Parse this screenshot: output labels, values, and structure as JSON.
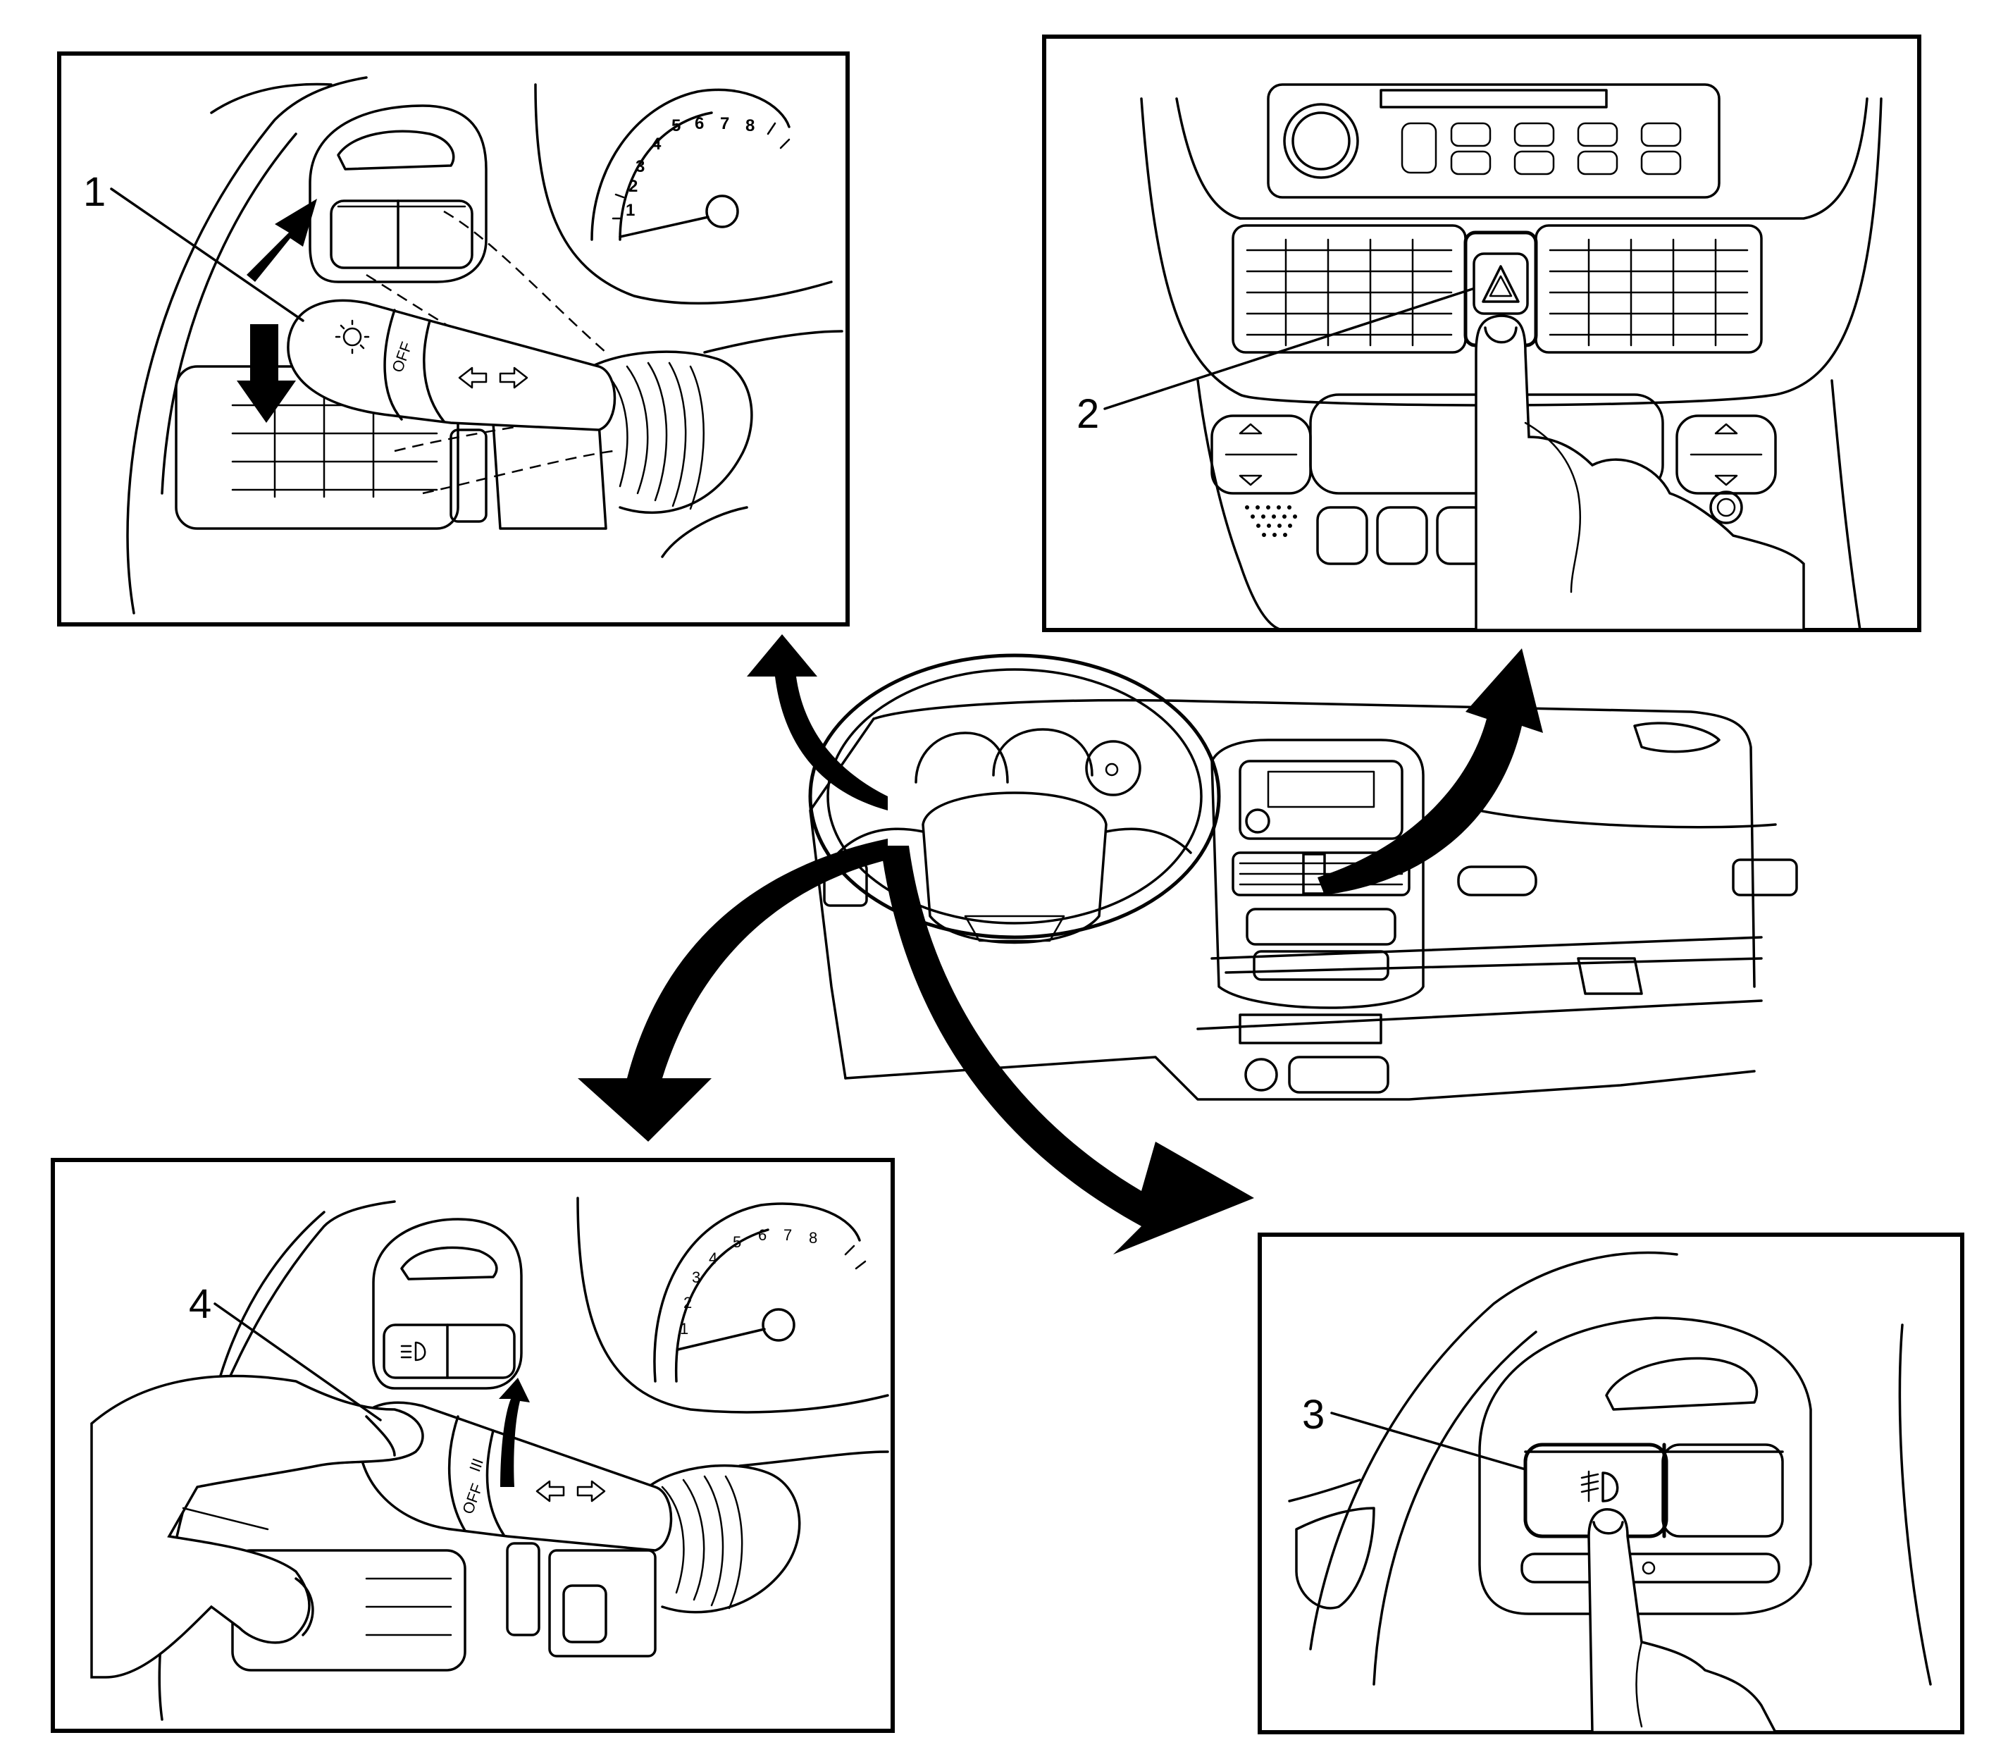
{
  "callouts": {
    "c1": "1",
    "c2": "2",
    "c3": "3",
    "c4": "4"
  },
  "tachometer_top": [
    "1",
    "2",
    "3",
    "4",
    "5",
    "6",
    "7",
    "8"
  ],
  "tachometer_bottom": [
    "1",
    "2",
    "3",
    "4",
    "5",
    "6",
    "7",
    "8"
  ],
  "lever_markings": {
    "off_top": "OFF",
    "off_bottom": "OFF",
    "roman": "III"
  }
}
